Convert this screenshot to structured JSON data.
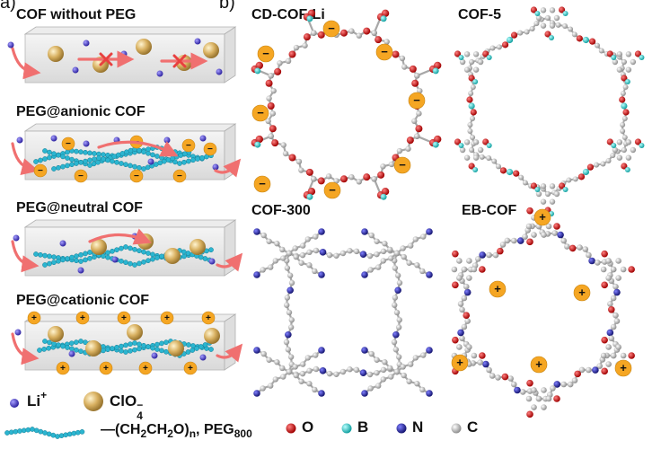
{
  "panels": {
    "a_letter": "a)",
    "b_letter": "b)"
  },
  "left": {
    "cof_without_peg": "COF without PEG",
    "peg_anionic": "PEG@anionic COF",
    "peg_neutral": "PEG@neutral COF",
    "peg_cationic": "PEG@cationic COF"
  },
  "right": {
    "cd_cof_li": "CD-COF-Li",
    "cof_5": "COF-5",
    "cof_300": "COF-300",
    "eb_cof": "EB-COF"
  },
  "charges": {
    "minus": "−",
    "plus": "+"
  },
  "legend": {
    "li": "Li",
    "li_sup": "+",
    "clo4": "ClO",
    "clo4_sub": "4",
    "clo4_sup": "−",
    "peg_formula_a": "—(CH",
    "peg_formula_b": "CH",
    "peg_formula_c": "O)",
    "sub2": "2",
    "sub_n": "n",
    "peg_name": ", PEG",
    "peg_sub": "800",
    "o": "O",
    "b": "B",
    "n": "N",
    "c": "C"
  },
  "colors": {
    "li": "#4a3fd0",
    "clo4": "#d8b060",
    "peg": "#2bb5d0",
    "arrow": "#f07070",
    "charge": "#f5a623",
    "oxygen": "#d42020",
    "boron": "#2ec8c8",
    "nitrogen": "#2a2aa0",
    "carbon": "#bfbfbf"
  }
}
